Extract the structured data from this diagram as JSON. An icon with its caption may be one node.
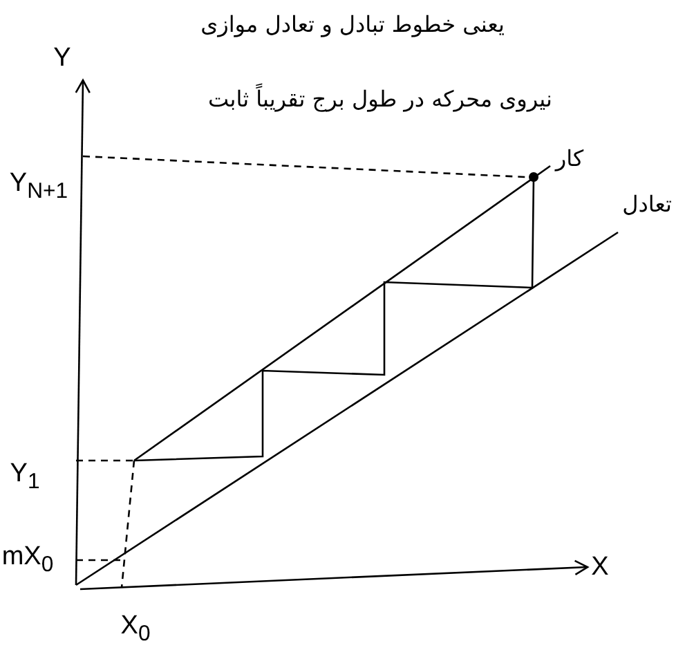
{
  "diagram": {
    "labels": [
      "یعنی خطوط تبادل و تعادل موازی",
      "نیروی محرکه در طول برج تقریباً ثابت",
      "Y",
      "Y$_{N+1}$",
      "کار",
      "تعادل",
      "Y$_{1}$",
      "mX$_{0}$",
      "X",
      "X$_{0}$"
    ]
  }
}
